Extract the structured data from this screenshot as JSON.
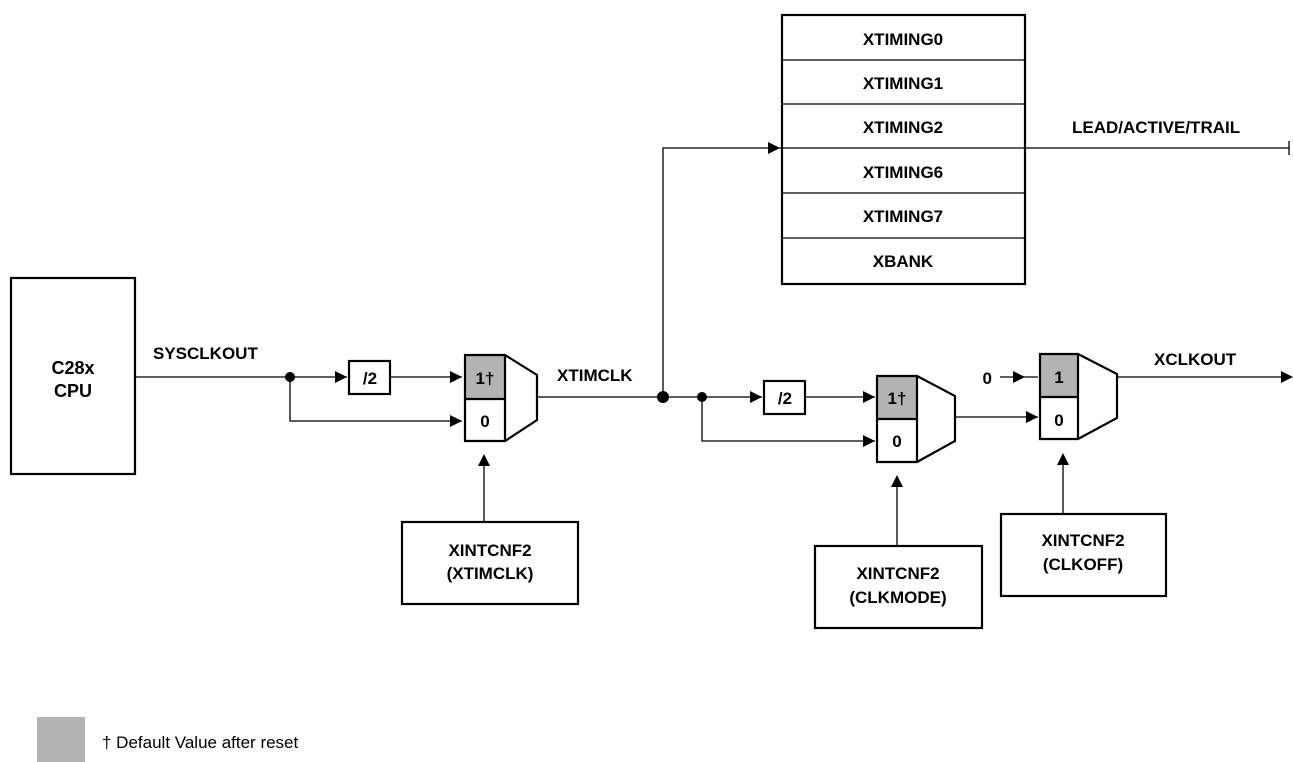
{
  "cpu": {
    "line1": "C28x",
    "line2": "CPU"
  },
  "signals": {
    "sysclkout": "SYSCLKOUT",
    "xtimclk": "XTIMCLK",
    "xclkout": "XCLKOUT",
    "lead_active_trail": "LEAD/ACTIVE/TRAIL",
    "zero_input": "0"
  },
  "dividers": {
    "div1": "/2",
    "div2": "/2"
  },
  "mux1": {
    "in1": "1†",
    "in0": "0"
  },
  "mux2": {
    "in1": "1†",
    "in0": "0"
  },
  "mux3": {
    "in1": "1",
    "in0": "0"
  },
  "controls": {
    "xtimclk": {
      "line1": "XINTCNF2",
      "line2": "(XTIMCLK)"
    },
    "clkmode": {
      "line1": "XINTCNF2",
      "line2": "(CLKMODE)"
    },
    "clkoff": {
      "line1": "XINTCNF2",
      "line2": "(CLKOFF)"
    }
  },
  "timing_registers": [
    "XTIMING0",
    "XTIMING1",
    "XTIMING2",
    "XTIMING6",
    "XTIMING7",
    "XBANK"
  ],
  "legend": {
    "text": "† Default Value after reset",
    "swatch_color": "#b3b3b3"
  }
}
